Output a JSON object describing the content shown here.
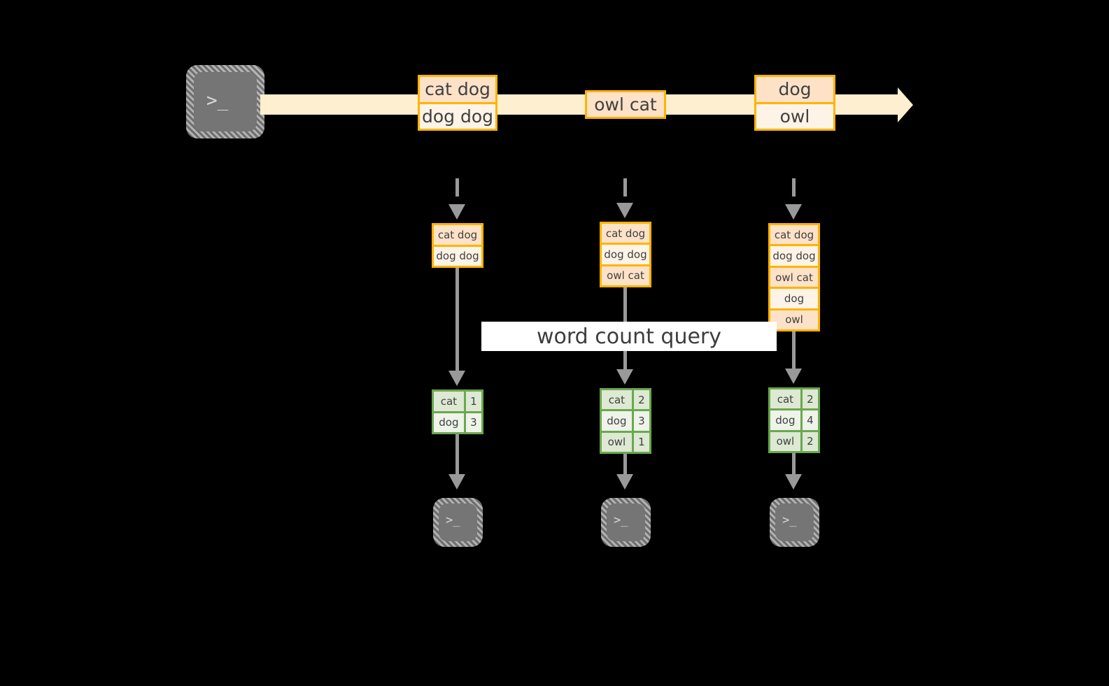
{
  "diagram": {
    "title": "word count query streaming diagram",
    "colors": {
      "background": "#000000",
      "record_border": "#ffb300",
      "record_fill_dark": "#fde2c8",
      "record_fill_light": "#fdf3e6",
      "stream_fill": "#fdefcf",
      "result_border": "#6aa84f",
      "result_fill_dark": "#dde9d3",
      "result_fill_light": "#eef4e9",
      "connector": "#999999",
      "terminal_fill": "#737373",
      "label_fill": "#ffffff",
      "text": "#404040"
    },
    "query_label": "word count query",
    "source": {
      "icon": "terminal-icon",
      "prompt": ">_"
    },
    "stream": {
      "records": [
        {
          "name": "stream-record-1",
          "cells": [
            "cat dog",
            "dog dog"
          ]
        },
        {
          "name": "stream-record-2",
          "cells": [
            "owl cat"
          ]
        },
        {
          "name": "stream-record-3",
          "cells": [
            "dog",
            "owl"
          ]
        }
      ]
    },
    "columns": [
      {
        "name": "snapshot-1",
        "input_cells": [
          "cat dog",
          "dog dog"
        ],
        "result_rows": [
          {
            "key": "cat",
            "value": "1"
          },
          {
            "key": "dog",
            "value": "3"
          }
        ],
        "sink": {
          "icon": "terminal-icon",
          "prompt": ">_"
        }
      },
      {
        "name": "snapshot-2",
        "input_cells": [
          "cat dog",
          "dog dog",
          "owl cat"
        ],
        "result_rows": [
          {
            "key": "cat",
            "value": "2"
          },
          {
            "key": "dog",
            "value": "3"
          },
          {
            "key": "owl",
            "value": "1"
          }
        ],
        "sink": {
          "icon": "terminal-icon",
          "prompt": ">_"
        }
      },
      {
        "name": "snapshot-3",
        "input_cells": [
          "cat dog",
          "dog dog",
          "owl cat",
          "dog",
          "owl"
        ],
        "result_rows": [
          {
            "key": "cat",
            "value": "2"
          },
          {
            "key": "dog",
            "value": "4"
          },
          {
            "key": "owl",
            "value": "2"
          }
        ],
        "sink": {
          "icon": "terminal-icon",
          "prompt": ">_"
        }
      }
    ]
  }
}
